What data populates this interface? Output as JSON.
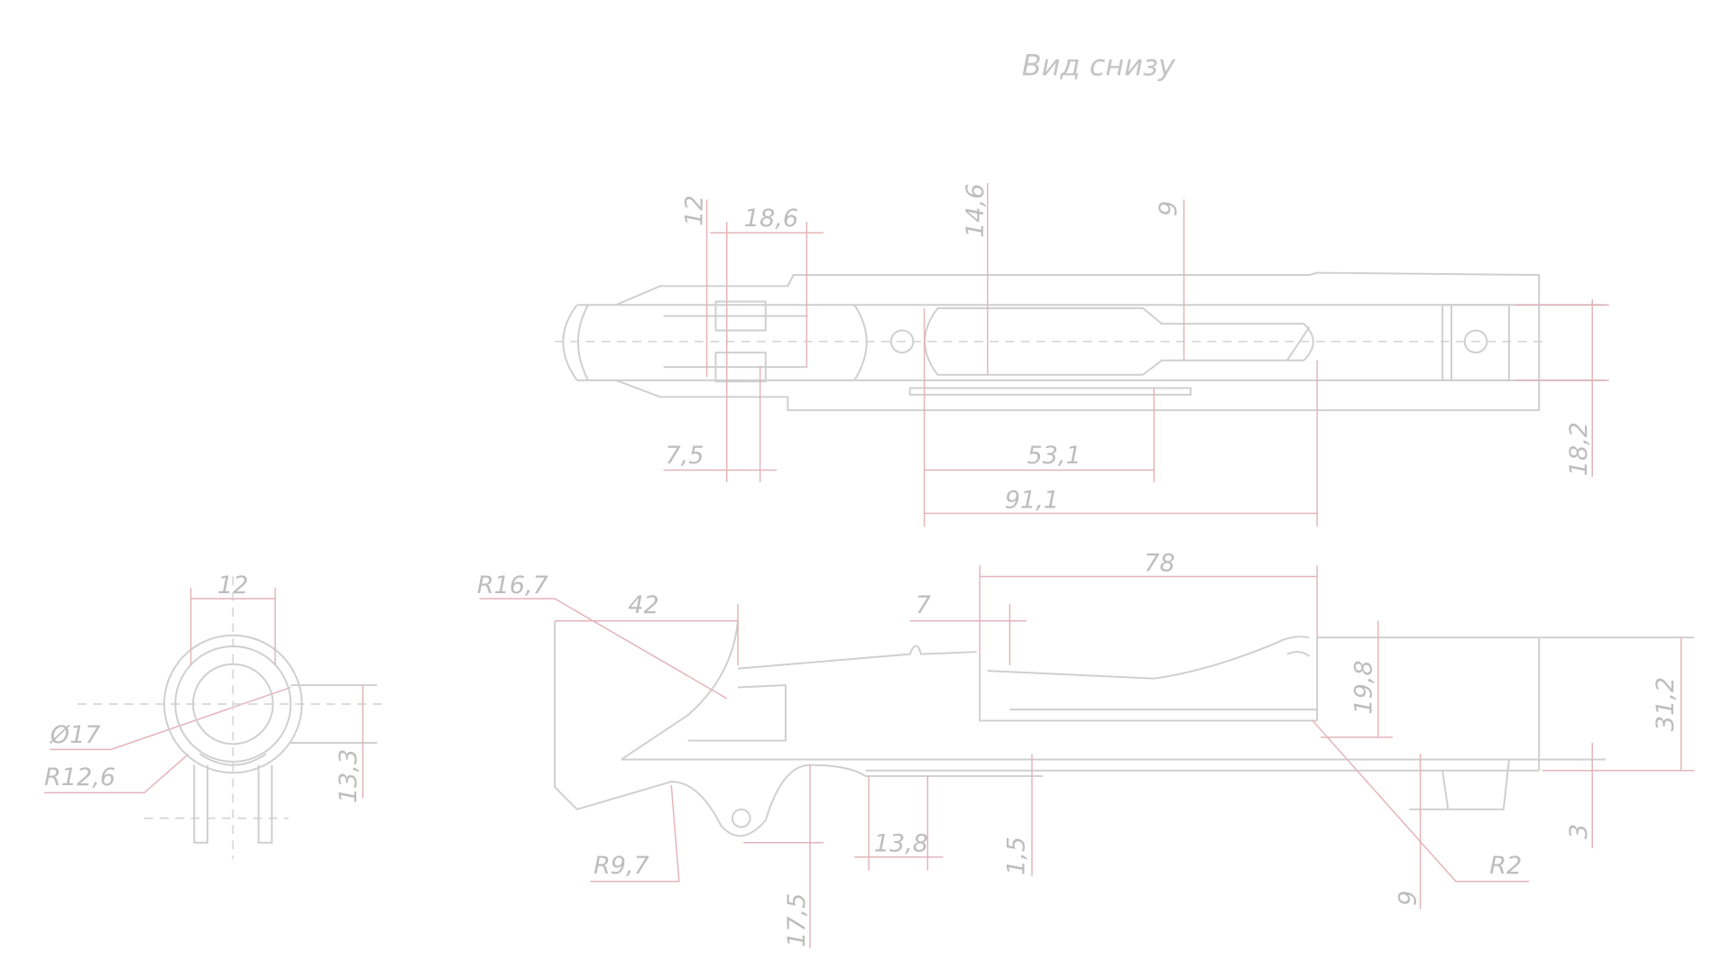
{
  "title": "Вид снизу",
  "top_view": {
    "dims": {
      "d12": "12",
      "d18_6": "18,6",
      "d14_6": "14,6",
      "d9": "9",
      "d7_5": "7,5",
      "d53_1": "53,1",
      "d91_1": "91,1",
      "d18_2": "18,2"
    }
  },
  "side_view": {
    "dims": {
      "r16_7": "R16,7",
      "d42": "42",
      "d7": "7",
      "d78": "78",
      "d19_8": "19,8",
      "d31_2": "31,2",
      "r9_7": "R9,7",
      "d17_5": "17,5",
      "d13_8": "13,8",
      "d1_5": "1,5",
      "d9": "9",
      "r2": "R2",
      "d3": "3"
    }
  },
  "front_view": {
    "dims": {
      "d12": "12",
      "dia17": "Ø17",
      "r12_6": "R12,6",
      "d13_3": "13,3"
    }
  },
  "colors": {
    "line": "#cfcfcf",
    "dimension": "#e3b4bb",
    "text": "#bdbdbd"
  }
}
